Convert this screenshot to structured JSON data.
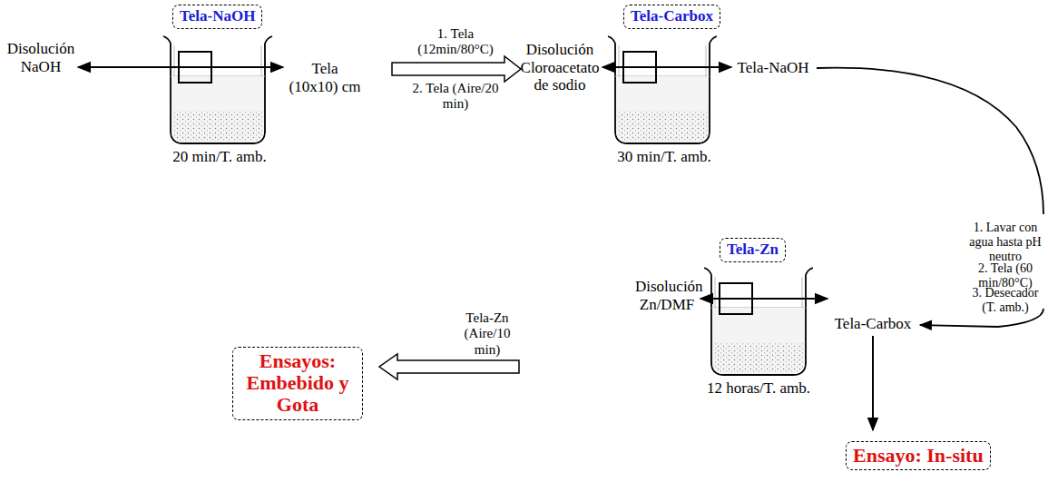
{
  "diagram": {
    "nodes": [
      {
        "text": [
          "Tela-NaOH"
        ]
      },
      {
        "text": [
          "Tela-Carbox"
        ]
      },
      {
        "text": [
          "Tela-Zn"
        ]
      },
      {
        "text": [
          "Ensayos: Embebido y Gota"
        ]
      },
      {
        "text": [
          "Ensayo: In-situ"
        ]
      }
    ],
    "labels": [
      "Disolución NaOH",
      "Tela (10x10) cm",
      "20 min/T. amb.",
      "1. Tela (12min/80°C)",
      "2. Tela (Aire/20 min)",
      "Disolución Cloroacetato de sodio",
      "Tela-NaOH",
      "30 min/T. amb.",
      "1. Lavar con agua hasta pH neutro",
      "2. Tela (60 min/80°C)",
      "3. Desecador (T. amb.)",
      "Tela-Carbox",
      "Disolución Zn/DMF",
      "12 horas/T. amb.",
      "Tela-Zn (Aire/10 min)"
    ]
  }
}
